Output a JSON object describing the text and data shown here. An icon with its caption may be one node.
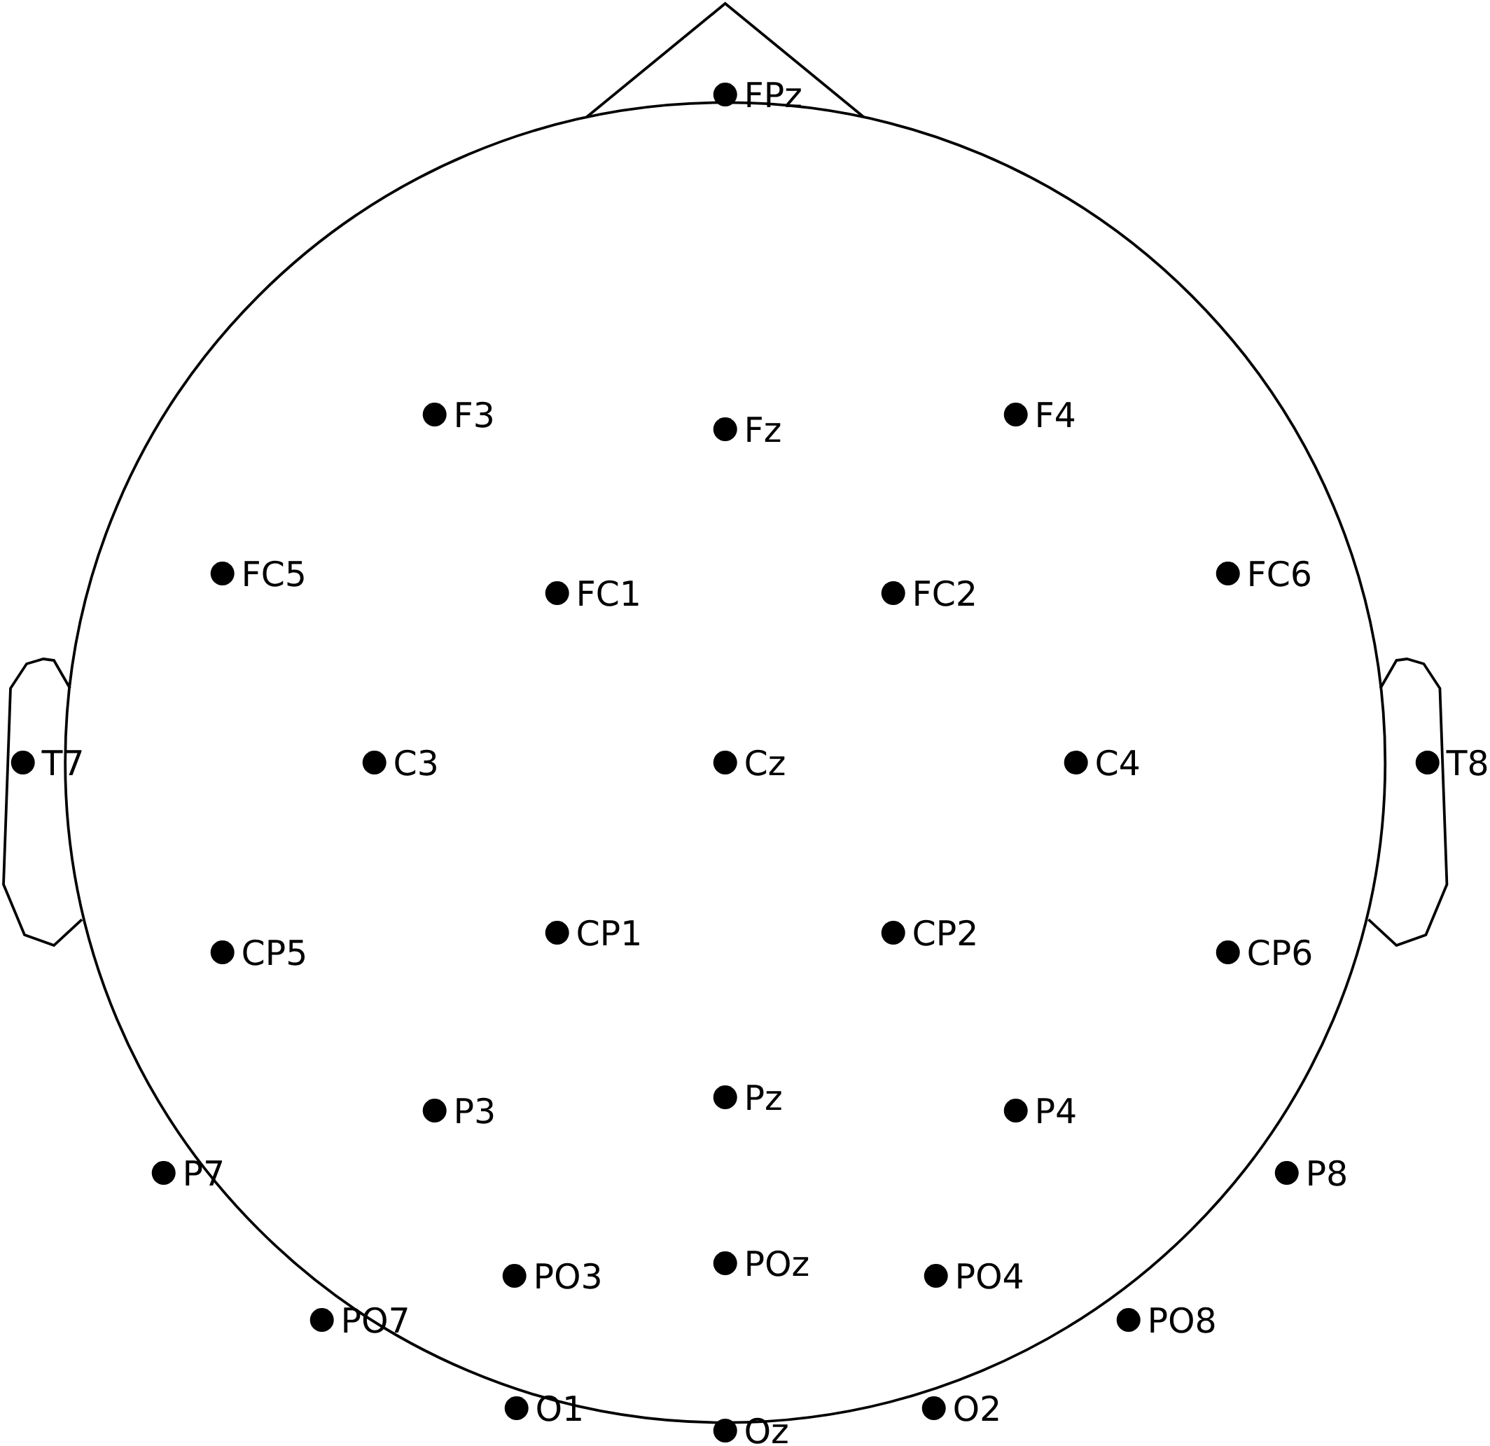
{
  "diagram": {
    "labels": [
      "FPz",
      "F3",
      "Fz",
      "F4",
      "FC5",
      "FC1",
      "FC2",
      "FC6",
      "T7",
      "C3",
      "Cz",
      "C4",
      "T8",
      "CP5",
      "CP1",
      "CP2",
      "CP6",
      "P7",
      "P3",
      "Pz",
      "P4",
      "P8",
      "PO7",
      "PO3",
      "POz",
      "PO4",
      "PO8",
      "O1",
      "Oz",
      "O2"
    ]
  }
}
